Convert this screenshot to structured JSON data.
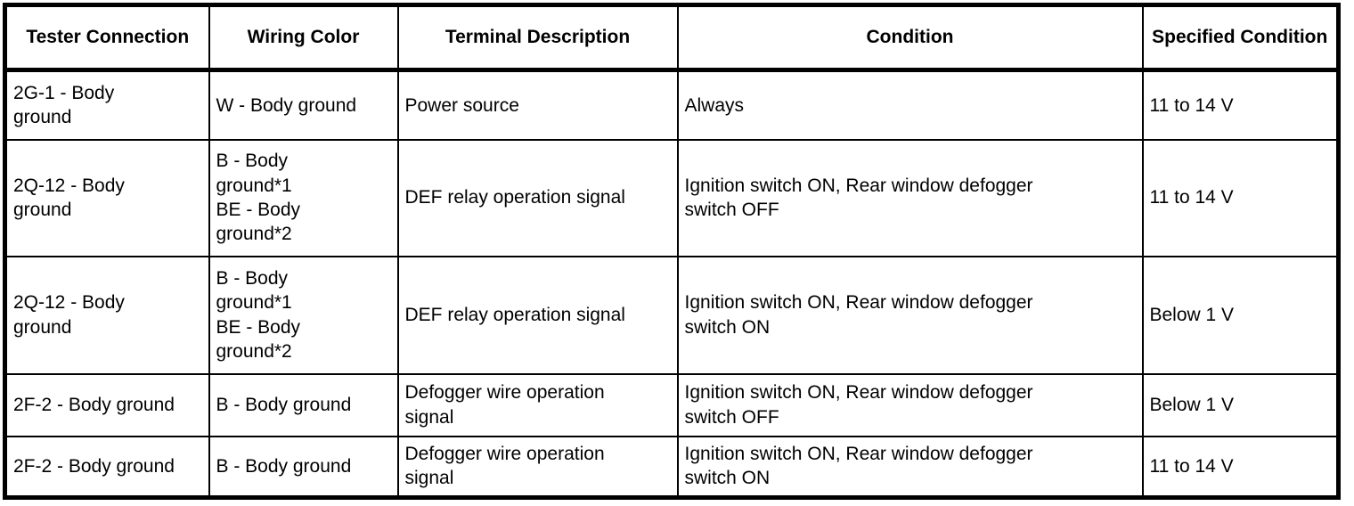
{
  "table": {
    "columns": [
      {
        "key": "tester_connection",
        "label": "Tester\nConnection"
      },
      {
        "key": "wiring_color",
        "label": "Wiring Color"
      },
      {
        "key": "terminal_desc",
        "label": "Terminal Description"
      },
      {
        "key": "condition",
        "label": "Condition"
      },
      {
        "key": "specified_condition",
        "label": "Specified\nCondition"
      }
    ],
    "rows": [
      {
        "tester_connection": "2G-1 - Body\nground",
        "wiring_color": "W - Body ground",
        "terminal_desc": "Power source",
        "condition": "Always",
        "specified_condition": "11 to 14 V"
      },
      {
        "tester_connection": "2Q-12 - Body\nground",
        "wiring_color": "B - Body\nground*1\nBE - Body\nground*2",
        "terminal_desc": "DEF relay operation signal",
        "condition": "Ignition switch ON, Rear window defogger\nswitch OFF",
        "specified_condition": "11 to 14 V"
      },
      {
        "tester_connection": "2Q-12 - Body\nground",
        "wiring_color": "B - Body\nground*1\nBE - Body\nground*2",
        "terminal_desc": "DEF relay operation signal",
        "condition": "Ignition switch ON, Rear window defogger\nswitch ON",
        "specified_condition": "Below 1 V"
      },
      {
        "tester_connection": "2F-2 - Body ground",
        "wiring_color": "B - Body ground",
        "terminal_desc": "Defogger wire operation\nsignal",
        "condition": "Ignition switch ON, Rear window defogger\nswitch OFF",
        "specified_condition": "Below 1 V"
      },
      {
        "tester_connection": "2F-2 - Body ground",
        "wiring_color": "B - Body ground",
        "terminal_desc": "Defogger wire operation\nsignal",
        "condition": "Ignition switch ON, Rear window defogger\nswitch ON",
        "specified_condition": "11 to 14 V"
      }
    ]
  },
  "colors": {
    "background": "#ffffff",
    "text": "#000000",
    "border": "#000000"
  }
}
